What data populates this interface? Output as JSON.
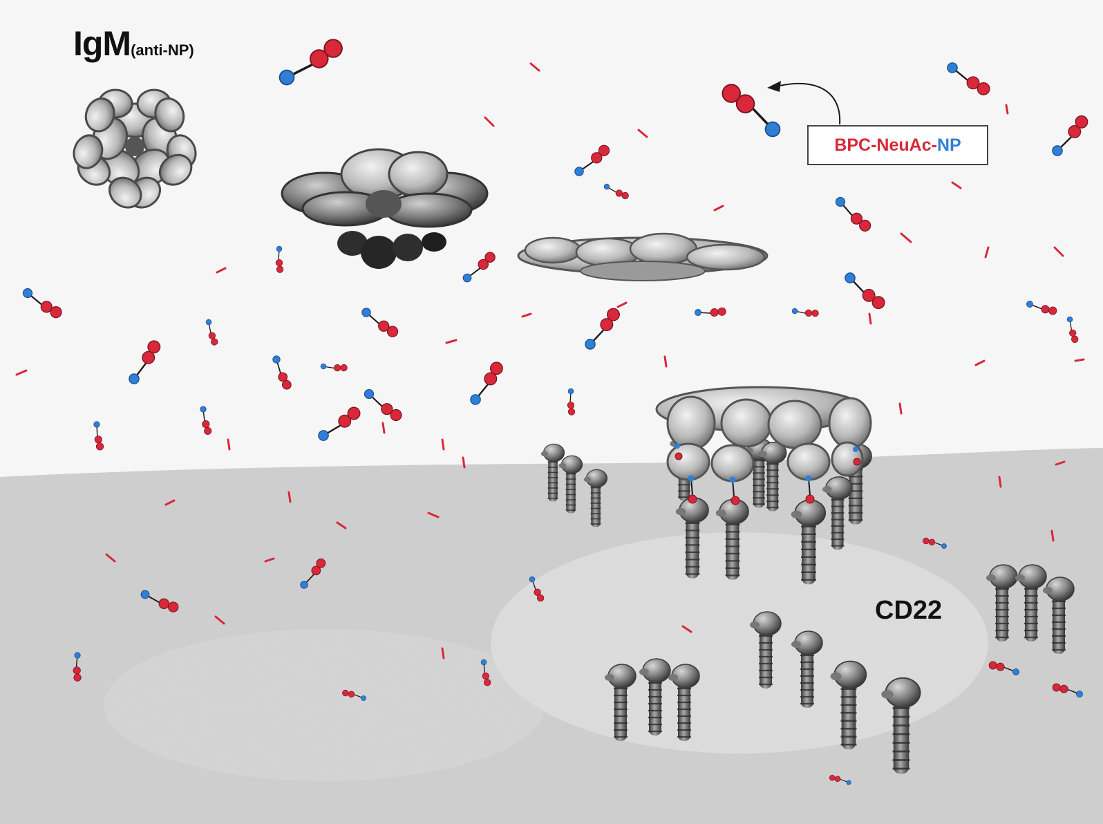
{
  "labels": {
    "igm_main": "IgM",
    "igm_sub": "(anti-NP)",
    "cd22": "CD22",
    "legend": {
      "part1": "BPC-NeuAc",
      "dash": "-",
      "part2": "NP"
    }
  },
  "colors": {
    "bpc": "#d8283a",
    "np": "#2f7fd6",
    "background": "#f6f6f6",
    "membrane": "#d2d2d2",
    "protein": "#8a8a8a"
  }
}
